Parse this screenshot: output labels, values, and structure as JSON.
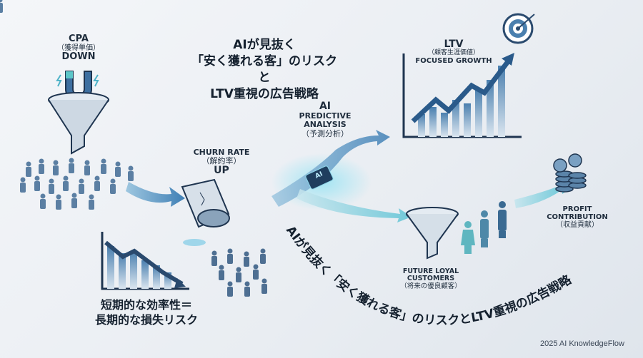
{
  "title": {
    "line1": "AIが見抜く",
    "line2": "「安く獲れる客」のリスクと",
    "line3": "LTV重視の広告戦略"
  },
  "cpa": {
    "line1": "CPA",
    "line2": "（獲得単価）",
    "line3": "DOWN"
  },
  "churn": {
    "line1": "CHURN RATE",
    "line2": "（解約率）",
    "line3": "UP"
  },
  "ai": {
    "line1": "AI",
    "line2": "PREDICTIVE",
    "line3": "ANALYSIS",
    "line4": "（予測分析）",
    "chip": "AI"
  },
  "ltv": {
    "line1": "LTV",
    "line2": "（顧客生涯価値）",
    "line3": "FOCUSED GROWTH"
  },
  "profit": {
    "line1": "PROFIT",
    "line2": "CONTRIBUTION",
    "line3": "（収益貢献）"
  },
  "loyal": {
    "line1": "FUTURE LOYAL",
    "line2": "CUSTOMERS",
    "line3": "（将来の優良顧客）"
  },
  "risk": {
    "line1": "短期的な効率性＝",
    "line2": "長期的な損失リスク"
  },
  "curved_text": "AIが見抜く「安く獲れる客」のリスクとLTV重視の広告戦略",
  "footer": "2025 AI KnowledgeFlow",
  "colors": {
    "navy": "#2a4a6e",
    "teal": "#4fb3c8",
    "light_blue": "#8fb7d8"
  }
}
